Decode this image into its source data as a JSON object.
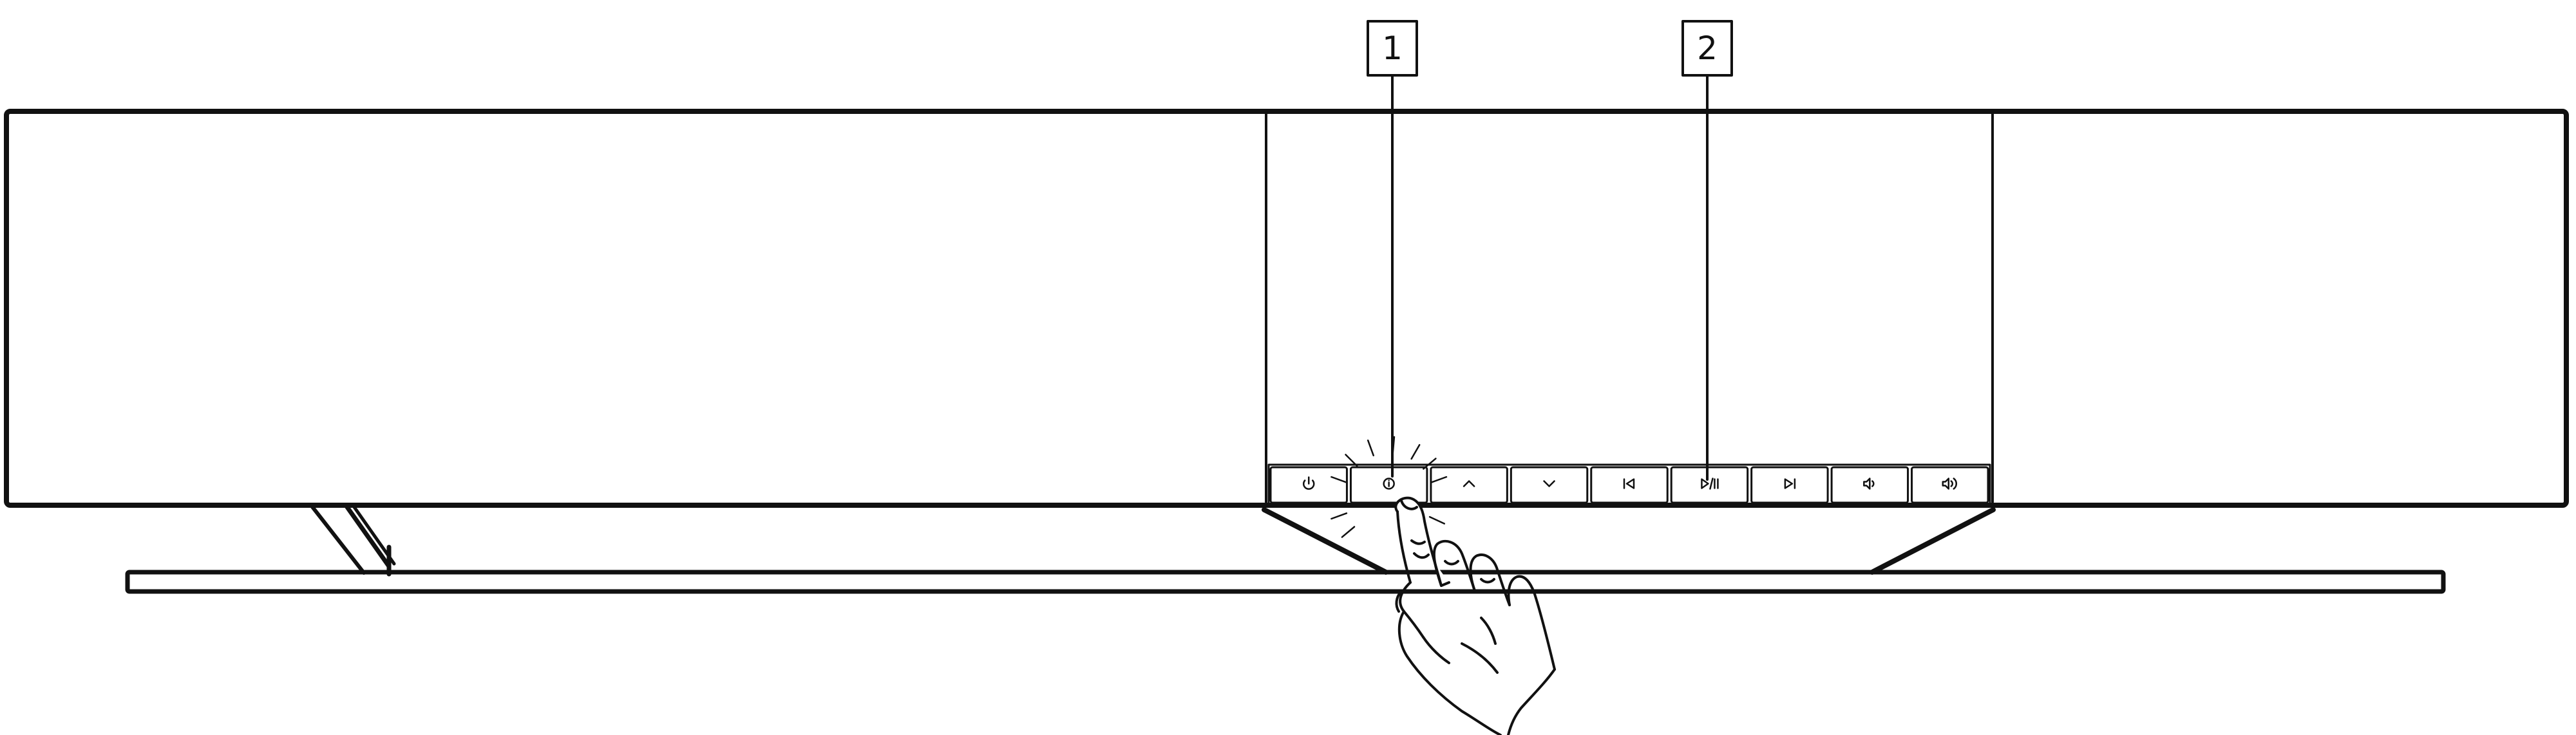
{
  "figure": {
    "callouts": [
      {
        "label": "1",
        "target": "info-button"
      },
      {
        "label": "2",
        "target": "play-pause-button"
      }
    ],
    "control_panel": {
      "buttons": [
        {
          "name": "power-button",
          "icon": "power-icon",
          "state": "idle"
        },
        {
          "name": "info-button",
          "icon": "info-icon",
          "state": "pressed"
        },
        {
          "name": "up-button",
          "icon": "chevron-up-icon",
          "state": "idle"
        },
        {
          "name": "down-button",
          "icon": "chevron-down-icon",
          "state": "idle"
        },
        {
          "name": "previous-button",
          "icon": "previous-track-icon",
          "state": "idle"
        },
        {
          "name": "play-pause-button",
          "icon": "play-pause-icon",
          "state": "idle"
        },
        {
          "name": "next-button",
          "icon": "next-track-icon",
          "state": "idle"
        },
        {
          "name": "volume-down-button",
          "icon": "volume-down-icon",
          "state": "idle"
        },
        {
          "name": "volume-up-button",
          "icon": "volume-up-icon",
          "state": "idle"
        }
      ]
    },
    "colors": {
      "ink": "#111111",
      "background": "#ffffff"
    }
  }
}
